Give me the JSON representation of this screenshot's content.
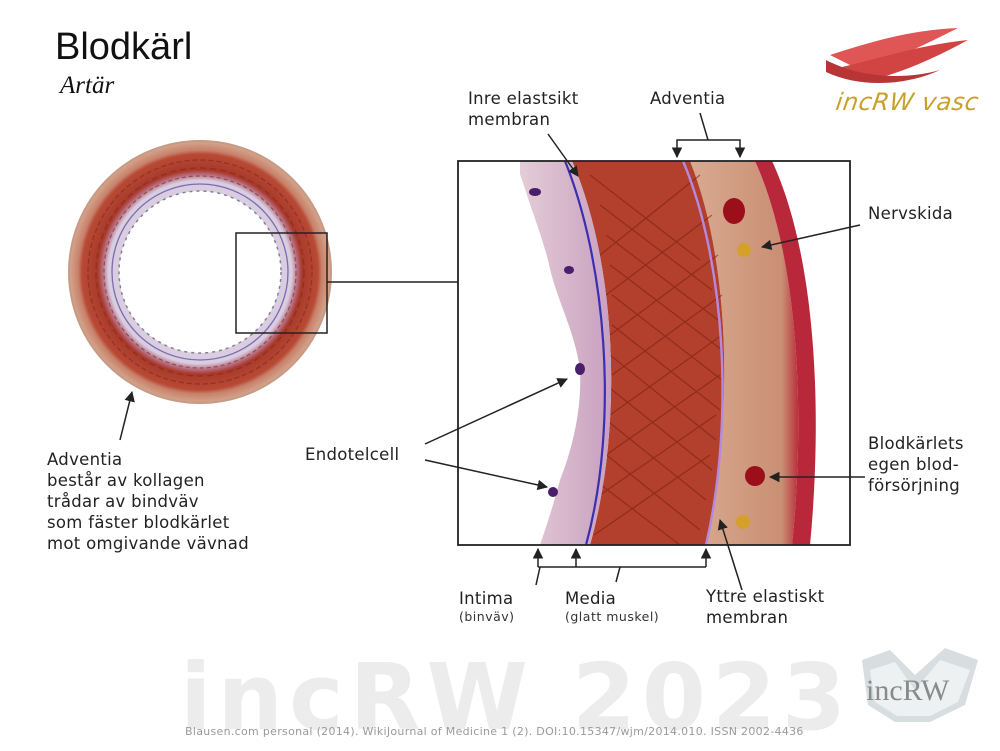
{
  "header": {
    "title": "Blodkärl",
    "subtitle": "Artär"
  },
  "brand": {
    "top_logo_text": "incRW vasc",
    "bottom_logo_text": "incRW"
  },
  "labels": {
    "inre_elastisk_line1": "Inre elastsikt",
    "inre_elastisk_line2": "membran",
    "adventia_top": "Adventia",
    "nervskida": "Nervskida",
    "endotelcell": "Endotelcell",
    "blodforsorjning_line1": "Blodkärlets",
    "blodforsorjning_line2": "egen blod-",
    "blodforsorjning_line3": "försörjning",
    "intima": "Intima",
    "intima_sub": "(binväv)",
    "media": "Media",
    "media_sub": "(glatt muskel)",
    "yttre_line1": "Yttre elastiskt",
    "yttre_line2": "membran",
    "adventia_desc_line1": "Adventia",
    "adventia_desc_line2": "består av kollagen",
    "adventia_desc_line3": "trådar av bindväv",
    "adventia_desc_line4": "som fäster blodkärlet",
    "adventia_desc_line5": "mot omgivande vävnad"
  },
  "watermark": "incRW 2023",
  "credit": "Blausen.com personal (2014). WikiJournal of Medicine 1 (2). DOI:10.15347/wjm/2014.010. ISSN 2002-4436",
  "colors": {
    "muscle": "#b8402e",
    "muscle_dark": "#8a2418",
    "adventitia": "#d9a88f",
    "intima": "#c9a7c0",
    "inner_membrane": "#3b2fb0",
    "outer_membrane": "#b48ae0",
    "outer_edge": "#c8253a",
    "logo_red": "#e05555",
    "logo_gold": "#c9a12a"
  }
}
